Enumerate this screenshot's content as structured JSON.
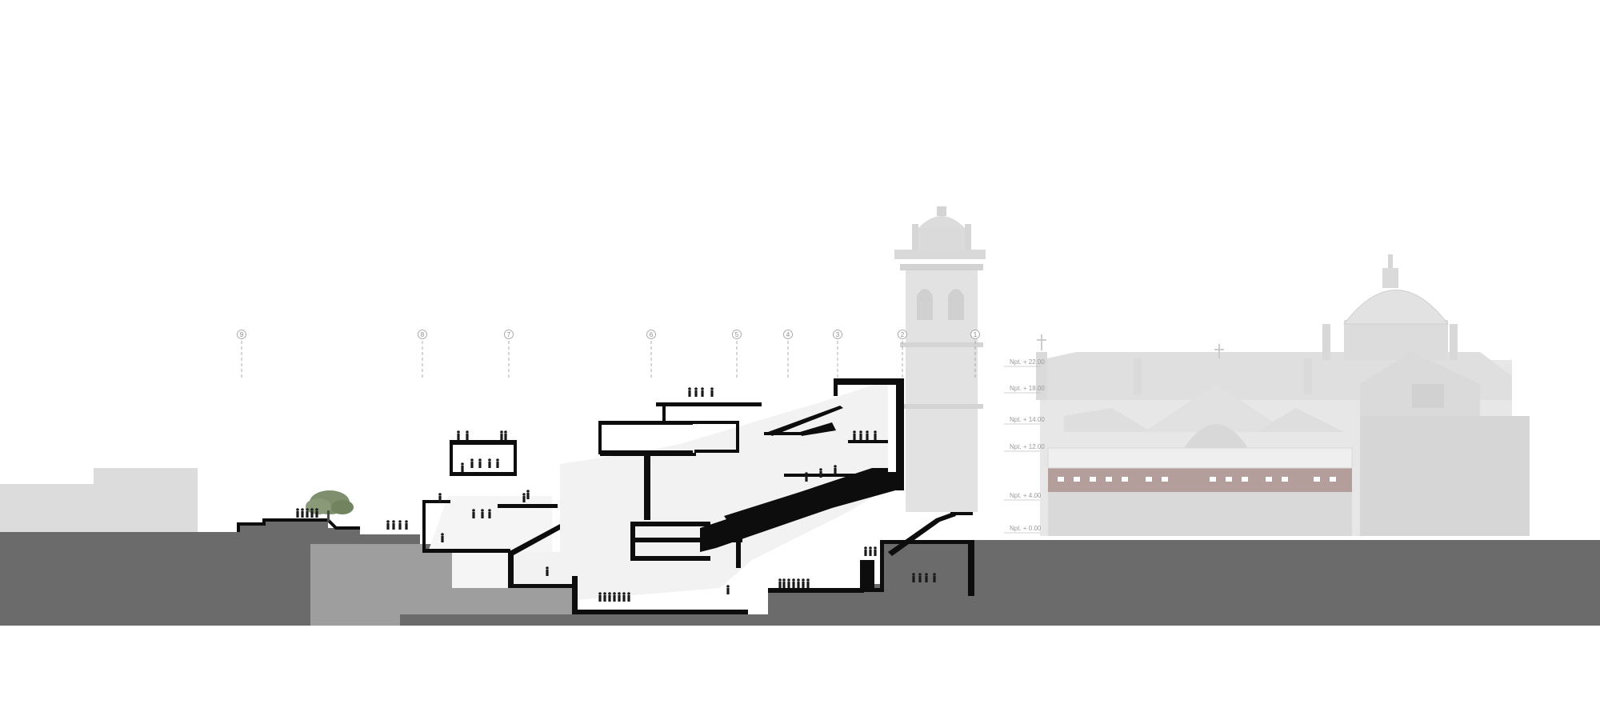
{
  "drawing": {
    "type": "architectural-section",
    "colors": {
      "background": "#ffffff",
      "ground": "#6b6b6b",
      "ground_light": "#9e9e9e",
      "structure": "#0d0d0d",
      "interior_fill": "#f2f2f2",
      "context_building": "#dcdcdc",
      "context_building_dark": "#cfcfcf",
      "church_elevation": "#e4e4e4",
      "brick_wall": "#a88c88",
      "tree": "#7f8f6e",
      "people": "#1a1a1a",
      "grid_line": "#b0b0b0"
    },
    "grid_axes": [
      "9",
      "8",
      "7",
      "6",
      "5",
      "4",
      "3",
      "2",
      "1"
    ],
    "level_markers": [
      {
        "label": "Npt. + 22.00"
      },
      {
        "label": "Npt. + 18.00"
      },
      {
        "label": "Npt. + 14.00"
      },
      {
        "label": "Npt. + 12.00"
      },
      {
        "label": "Npt. + 4.00"
      },
      {
        "label": "Npt. + 0.00"
      }
    ],
    "elements": {
      "tree": "tree-icon",
      "people": "person-silhouette-icon",
      "tower": "bell-tower",
      "church": "church-with-dome"
    }
  }
}
